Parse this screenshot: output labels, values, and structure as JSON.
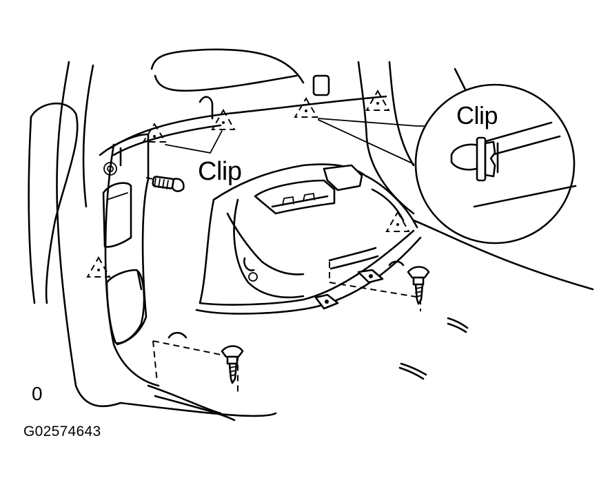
{
  "labels": {
    "clip_main": "Clip",
    "clip_detail": "Clip",
    "view_number": "0",
    "figure_code": "G02574643"
  },
  "icons": {
    "clip_marker": "dashed-triangle-icon",
    "bolt": "bolt-icon",
    "detail_circle": "magnifier-circle"
  },
  "colors": {
    "line": "#000000",
    "background": "#ffffff"
  }
}
